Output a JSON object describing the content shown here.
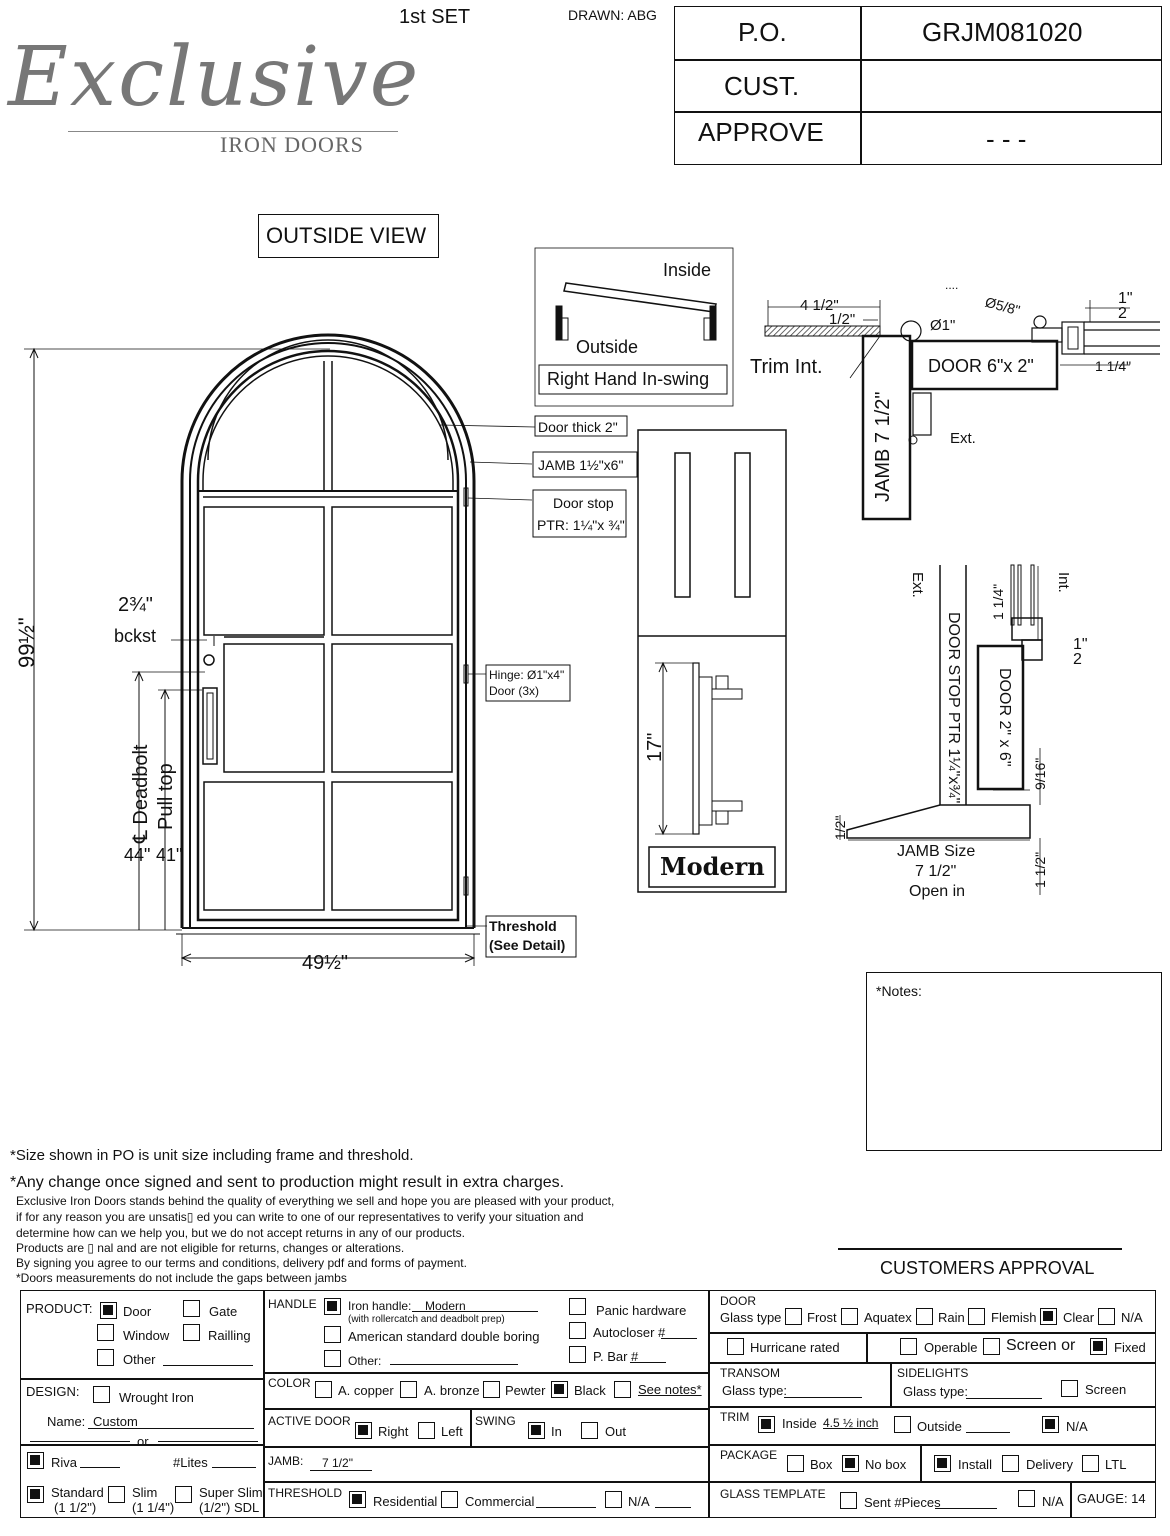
{
  "header": {
    "set": "1st SET",
    "drawn": "DRAWN: ABG",
    "logo_main": "Exclusive",
    "logo_sub": "IRON DOORS",
    "po_label": "P.O.",
    "po_value": "GRJM081020",
    "cust_label": "CUST.",
    "cust_value": "",
    "approve_label": "APPROVE",
    "approve_value": "- - -"
  },
  "door": {
    "view_title": "OUTSIDE VIEW",
    "height_label": "99½\"",
    "width_label": "49½\"",
    "backset": "2¾\"",
    "backset_label": "bckst",
    "deadbolt_label": "℄ Deadbolt",
    "pulltop_label": "Pull top",
    "deadbolt_value": "44\"",
    "pulltop_value": "41\"",
    "door_thick": "Door thick 2\"",
    "jamb": "JAMB  1½\"x6\"",
    "doorstop_1": "Door stop",
    "doorstop_2": "PTR: 1¼\"x ¾\"",
    "hinge_1": "Hinge: Ø1\"x4\"",
    "hinge_2": "Door (3x)",
    "threshold_1": "Threshold",
    "threshold_2": "(See Detail)"
  },
  "swing": {
    "inside": "Inside",
    "outside": "Outside",
    "label": "Right Hand In-swing"
  },
  "handle": {
    "size": "17\"",
    "style": "Modern"
  },
  "section_top": {
    "d1": "4 1/2\"",
    "d2": "1/2\"",
    "d3": "Ø1\"",
    "d4": "Ø5/8\"",
    "d5": "1\"",
    "d5b": "2",
    "d6": "1 1/4\"",
    "trim": "Trim Int.",
    "door": "DOOR 6\"x 2\"",
    "jamb": "JAMB 7 1/2\"",
    "ext": "Ext.",
    "dots": "...."
  },
  "section_side": {
    "ext": "Ext.",
    "int": "Int.",
    "d1": "1 1/4\"",
    "d2": "1\"",
    "d2b": "2",
    "stop": "DOOR STOP PTR 1¼\"x¾\"",
    "door": "DOOR 2\" x 6\"",
    "d3": "9/16\"",
    "d4": "1/2\"",
    "d5": "1 1/2\"",
    "jamb1": "JAMB Size",
    "jamb2": "7 1/2\"",
    "jamb3": "Open in"
  },
  "notes": {
    "label": "*Notes:"
  },
  "disclaimer": {
    "l1": "*Size shown in PO is unit size including frame and threshold.",
    "l2": "*Any change once signed and sent to production might result in extra charges.",
    "l3": "Exclusive Iron Doors stands behind the quality of everything we sell and hope you are pleased with your product,",
    "l4": "if for any reason you are unsatis▯ ed you can write to one of our representatives to verify your situation and",
    "l5": "determine how can we help you, but we do not accept returns in any of our products.",
    "l6": "Products are ▯ nal and are not eligible for returns, changes or alterations.",
    "l7": "By signing you agree to our terms and conditions, delivery pdf and forms of payment.",
    "l8": "*Doors measurements do not include the gaps between jambs",
    "approval": "CUSTOMERS APPROVAL"
  },
  "form": {
    "product": "PRODUCT:",
    "door": "Door",
    "gate": "Gate",
    "window": "Window",
    "railing": "Railling",
    "other": "Other",
    "handle": "HANDLE",
    "iron_handle": "Iron handle:",
    "iron_handle_val": "Modern",
    "roller": "(with rollercatch and deadbolt prep)",
    "american": "American standard double boring",
    "h_other": "Other:",
    "panic": "Panic hardware",
    "autocloser": "Autocloser #",
    "pbar": "P. Bar #",
    "door_hdr": "DOOR",
    "glass_type": "Glass type",
    "frost": "Frost",
    "aquatex": "Aquatex",
    "rain": "Rain",
    "flemish": "Flemish",
    "clear": "Clear",
    "na": "N/A",
    "hurricane": "Hurricane rated",
    "operable": "Operable",
    "screen_or": "Screen or",
    "fixed": "Fixed",
    "design": "DESIGN:",
    "wrought": "Wrought Iron",
    "name": "Name:",
    "name_val": "Custom",
    "or": "or",
    "riva": "Riva",
    "lites": "#Lites",
    "standard": "Standard",
    "standard_s": "(1 1/2\")",
    "slim": "Slim",
    "slim_s": "(1 1/4\")",
    "superslim": "Super Slim",
    "superslim_s": "(1/2\") SDL",
    "color": "COLOR",
    "copper": "A. copper",
    "bronze": "A. bronze",
    "pewter": "Pewter",
    "black": "Black",
    "seenotes": "See notes*",
    "active": "ACTIVE DOOR",
    "right": "Right",
    "left": "Left",
    "swing": "SWING",
    "in": "In",
    "out": "Out",
    "jamb": "JAMB:",
    "jamb_val": "7 1/2\"",
    "threshold": "THRESHOLD",
    "residential": "Residential",
    "commercial": "Commercial",
    "th_na": "N/A",
    "transom": "TRANSOM",
    "transom_glass": "Glass type:",
    "sidelights": "SIDELIGHTS",
    "side_glass": "Glass type:",
    "screen": "Screen",
    "trim": "TRIM",
    "inside": "Inside",
    "inside_val": "4.5 ½ inch",
    "outside": "Outside",
    "trim_na": "N/A",
    "package": "PACKAGE",
    "box": "Box",
    "nobox": "No box",
    "install": "Install",
    "delivery": "Delivery",
    "ltl": "LTL",
    "template": "GLASS TEMPLATE",
    "sent": "Sent #Pieces",
    "tmpl_na": "N/A",
    "gauge": "GAUGE: 14"
  }
}
